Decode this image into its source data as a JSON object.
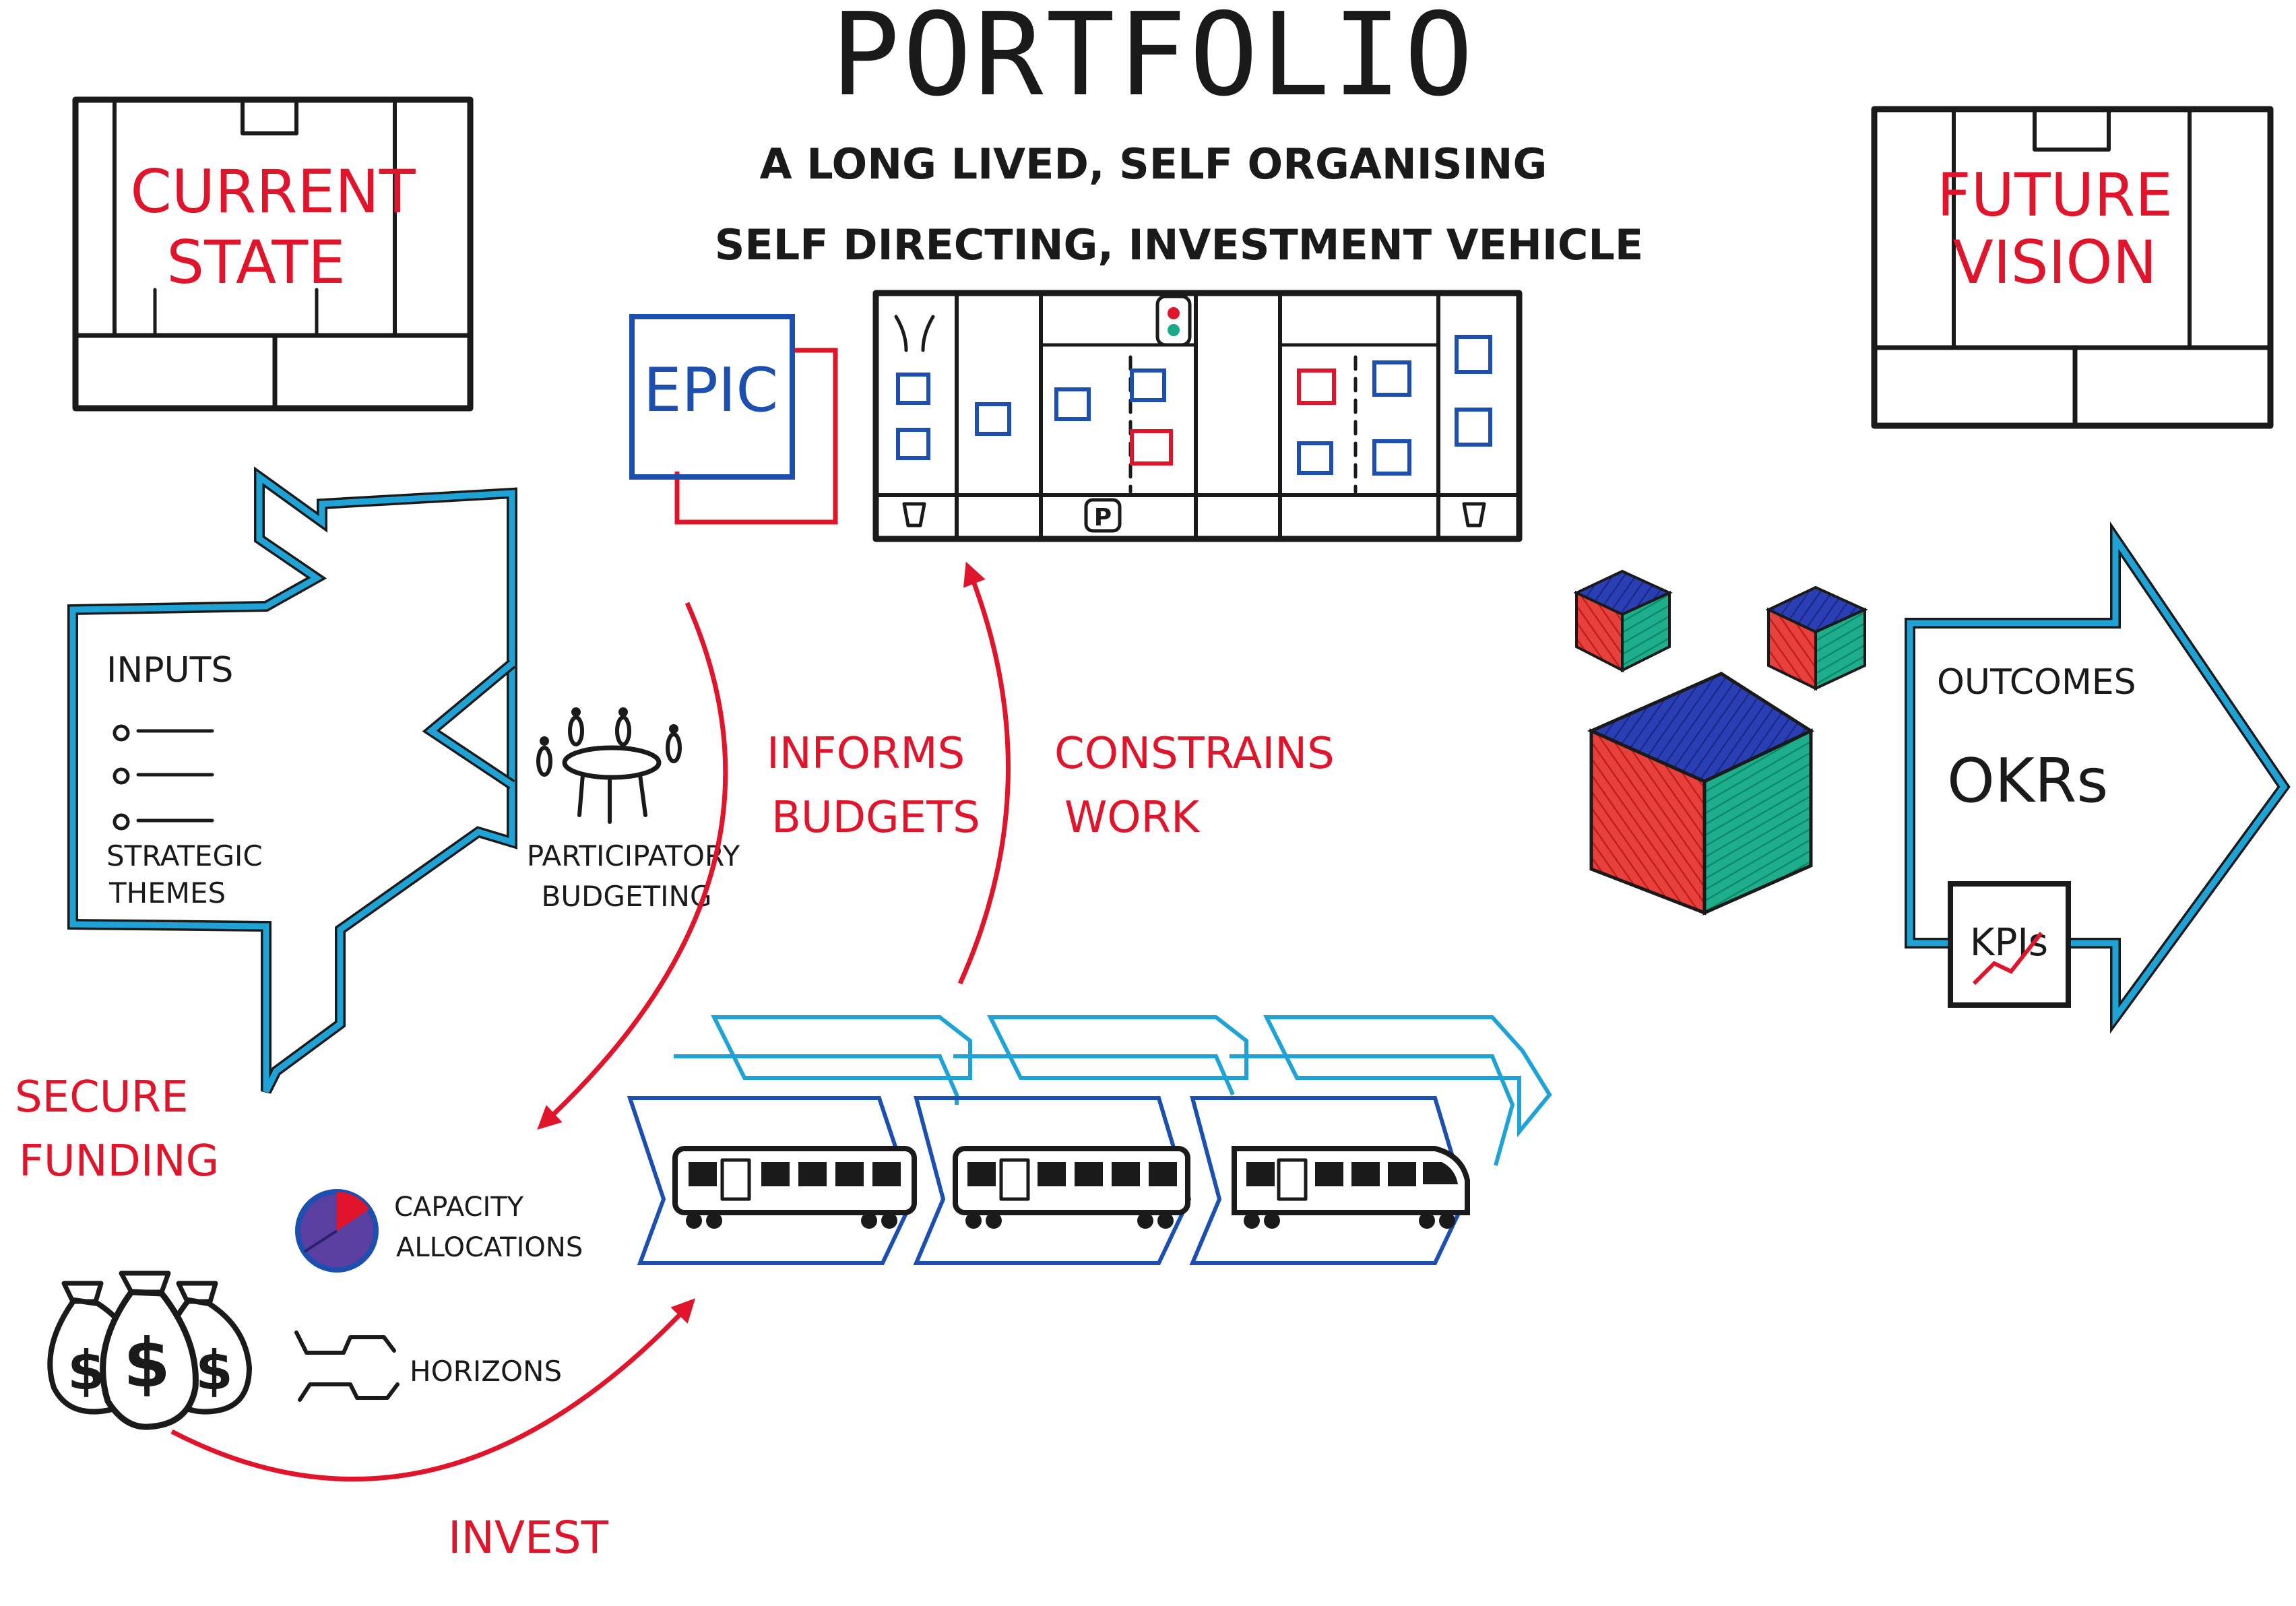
{
  "title": "PORTFOLIO",
  "subtitle_line1": "A LONG LIVED, SELF ORGANISING",
  "subtitle_line2": "SELF DIRECTING, INVESTMENT VEHICLE",
  "current_state": {
    "line1": "CURRENT",
    "line2": "STATE"
  },
  "future_vision": {
    "line1": "FUTURE",
    "line2": "VISION"
  },
  "epic_label": "EPIC",
  "kanban_park_label": "P",
  "inputs": {
    "heading": "INPUTS",
    "themes_line1": "STRATEGIC",
    "themes_line2": "THEMES"
  },
  "participatory": {
    "line1": "PARTICIPATORY",
    "line2": "BUDGETING"
  },
  "informs": {
    "line1": "INFORMS",
    "line2": "BUDGETS"
  },
  "constrains": {
    "line1": "CONSTRAINS",
    "line2": "WORK"
  },
  "secure": {
    "line1": "SECURE",
    "line2": "FUNDING"
  },
  "capacity": {
    "line1": "CAPACITY",
    "line2": "ALLOCATIONS"
  },
  "horizons_label": "HORIZONS",
  "invest_label": "INVEST",
  "money_symbol": "$",
  "outcomes_label": "OUTCOMES",
  "okrs_label": "OKRs",
  "kpis_label": "KPIs",
  "colors": {
    "ink": "#1a1a1a",
    "red": "#e0142a",
    "blue": "#1d4fb0",
    "cyan": "#1fa3d6",
    "teal": "#17a98a",
    "purple": "#5a3fa0"
  }
}
